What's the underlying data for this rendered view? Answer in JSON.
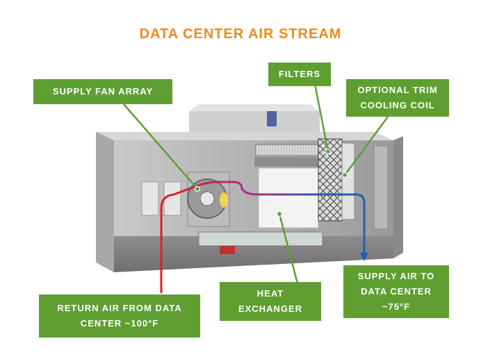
{
  "title": "DATA CENTER AIR STREAM",
  "colors": {
    "title": "#f08a1c",
    "label_bg": "#5f9f32",
    "return_air": "#e0201f",
    "supply_air": "#1e5fb4",
    "leader_line": "#5f9f32"
  },
  "labels": {
    "supply_fan_array": "SUPPLY FAN ARRAY",
    "filters": "FILTERS",
    "trim_coil_line1": "OPTIONAL TRIM",
    "trim_coil_line2": "COOLING COIL",
    "heat_exchanger_line1": "HEAT",
    "heat_exchanger_line2": "EXCHANGER",
    "supply_air_line1": "SUPPLY AIR TO",
    "supply_air_line2": "DATA CENTER",
    "supply_air_line3": "~75°F",
    "return_air_line1": "RETURN AIR FROM DATA",
    "return_air_line2": "CENTER ~100°F"
  }
}
